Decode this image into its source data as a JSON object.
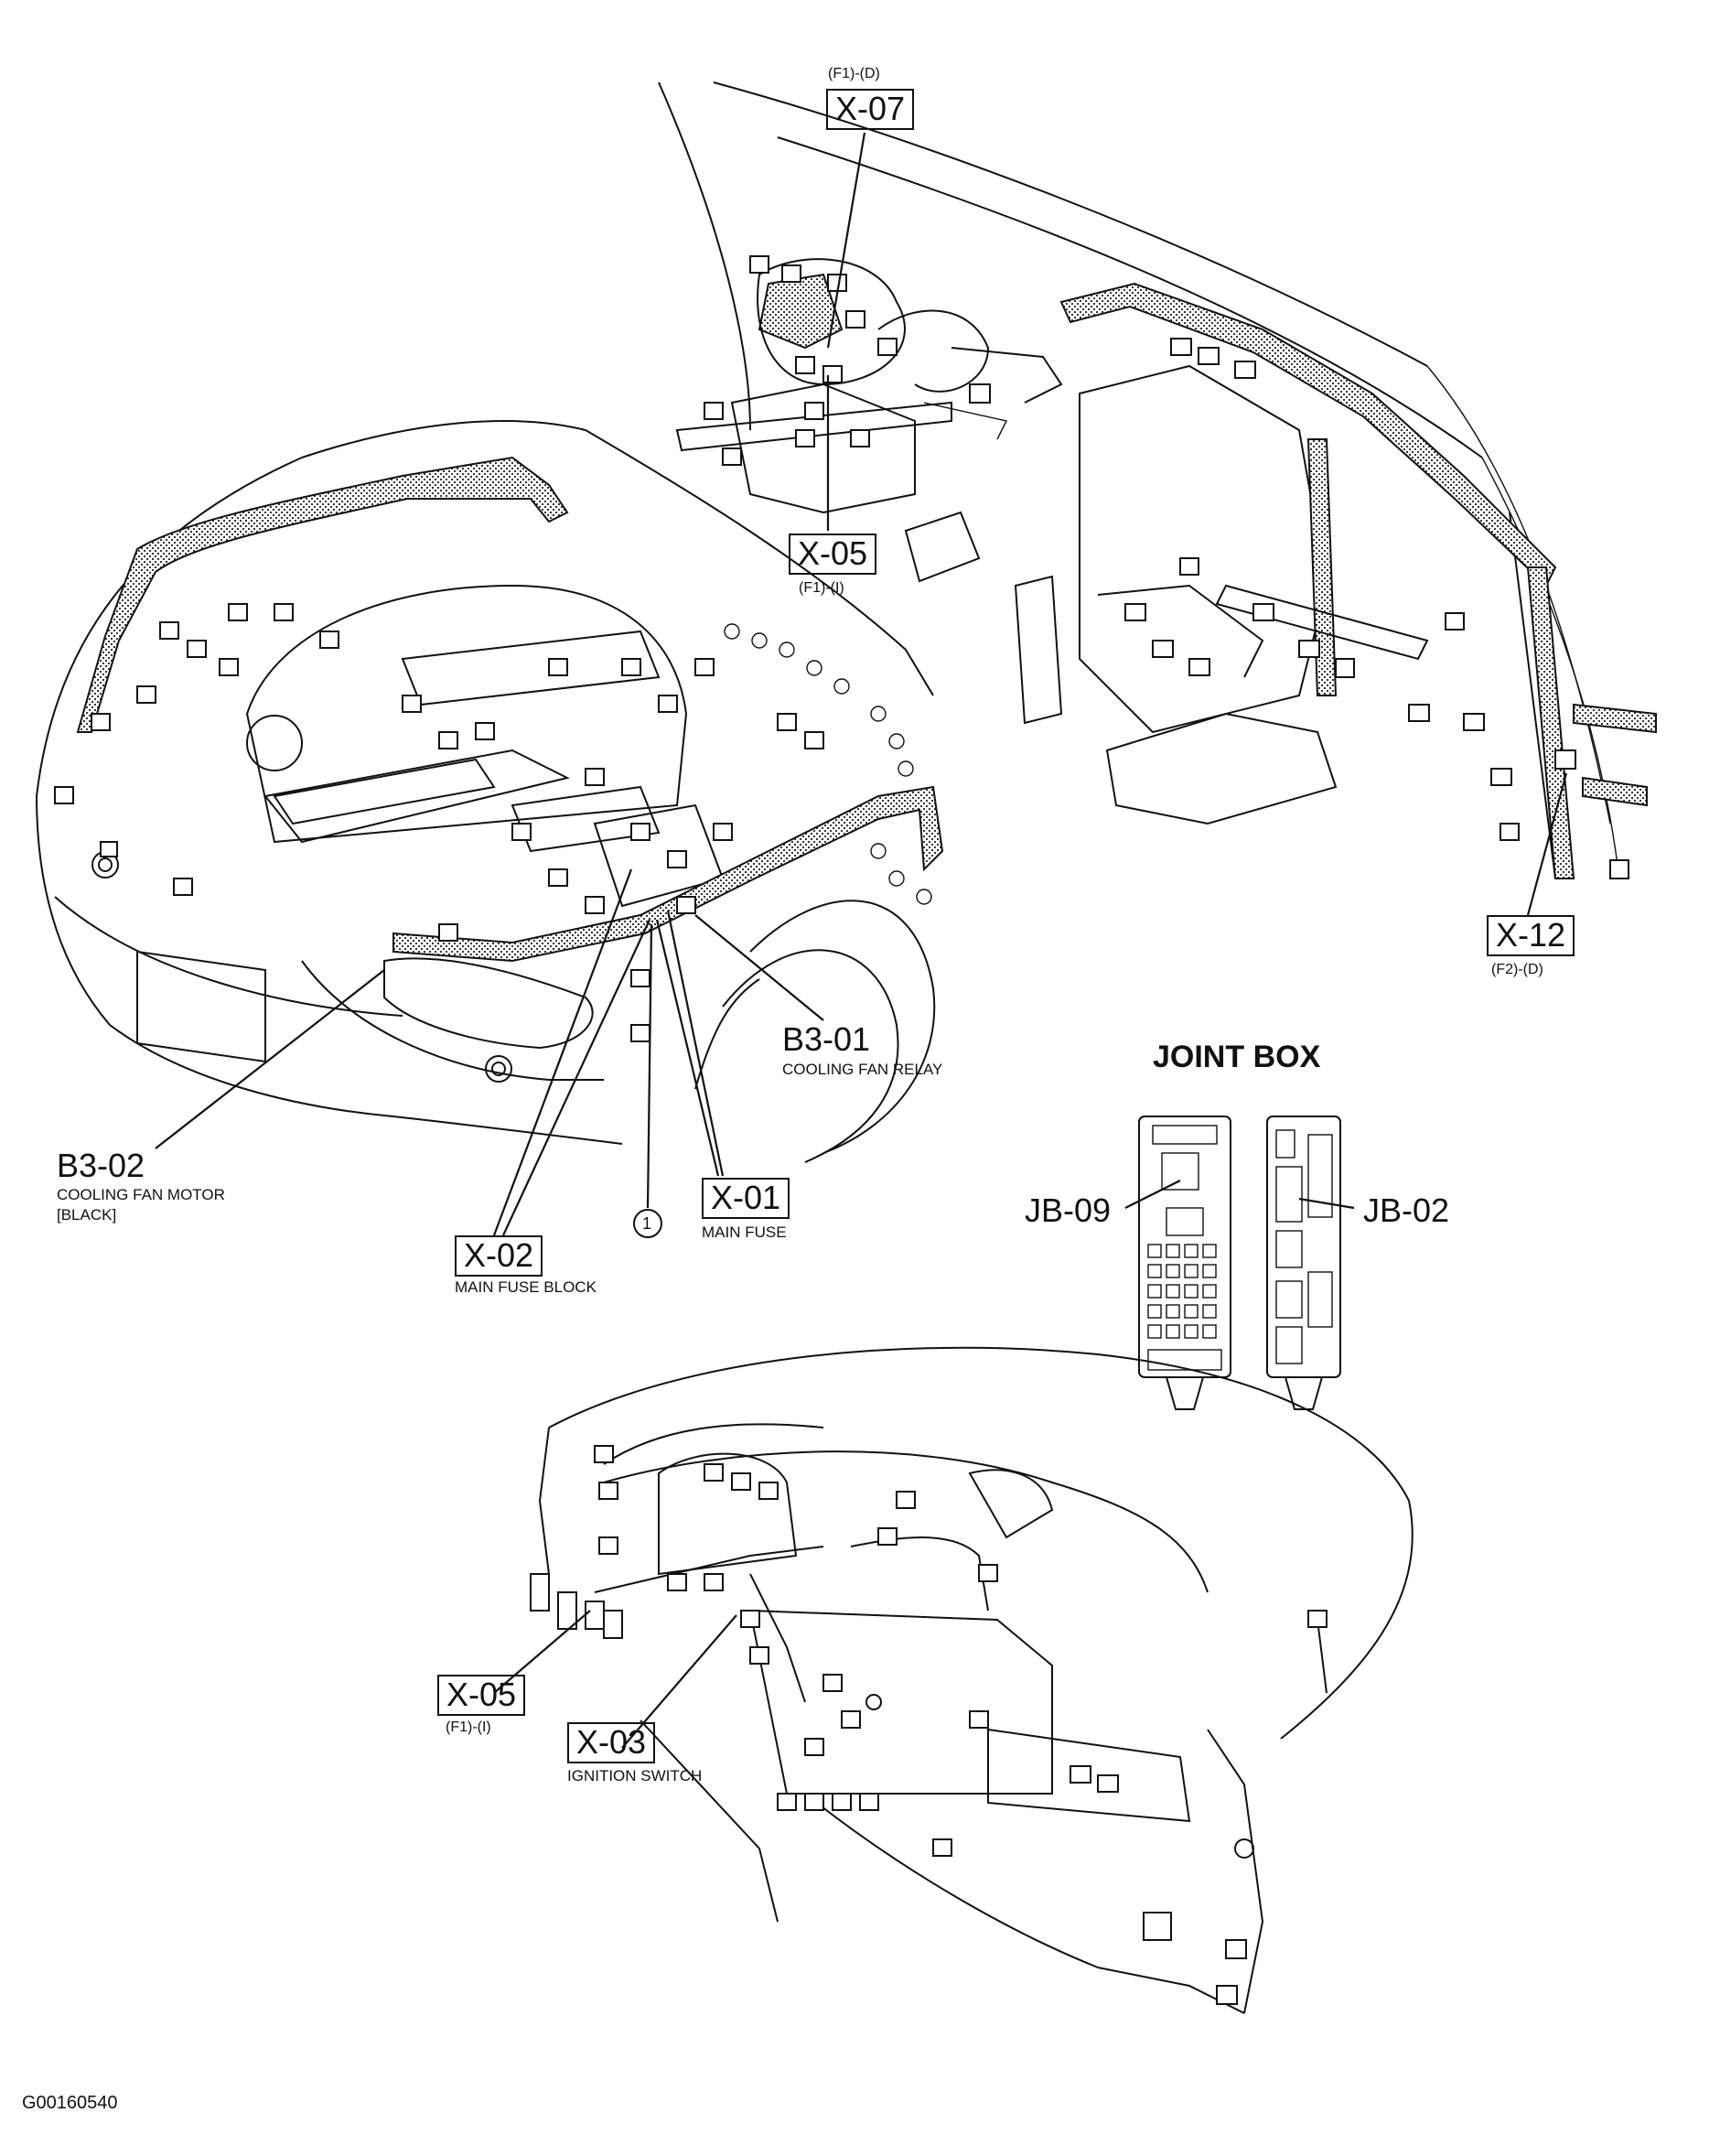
{
  "labels": {
    "x07": {
      "code": "X-07",
      "ref": "(F1)-(D)"
    },
    "x05_top": {
      "code": "X-05",
      "ref": "(F1)-(I)"
    },
    "x12": {
      "code": "X-12",
      "ref": "(F2)-(D)"
    },
    "b3_01": {
      "code": "B3-01",
      "caption": "COOLING FAN RELAY"
    },
    "b3_02": {
      "code": "B3-02",
      "caption_line1": "COOLING FAN MOTOR",
      "caption_line2": "[BLACK]"
    },
    "x01": {
      "code": "X-01",
      "caption": "MAIN FUSE"
    },
    "x02": {
      "code": "X-02",
      "caption": "MAIN FUSE BLOCK"
    },
    "circle_1": "1",
    "x05_bottom": {
      "code": "X-05",
      "ref": "(F1)-(I)"
    },
    "x03": {
      "code": "X-03",
      "caption": "IGNITION SWITCH"
    }
  },
  "joint_box": {
    "title": "JOINT BOX",
    "jb09": "JB-09",
    "jb02": "JB-02"
  },
  "footer": {
    "code": "G00160540"
  }
}
